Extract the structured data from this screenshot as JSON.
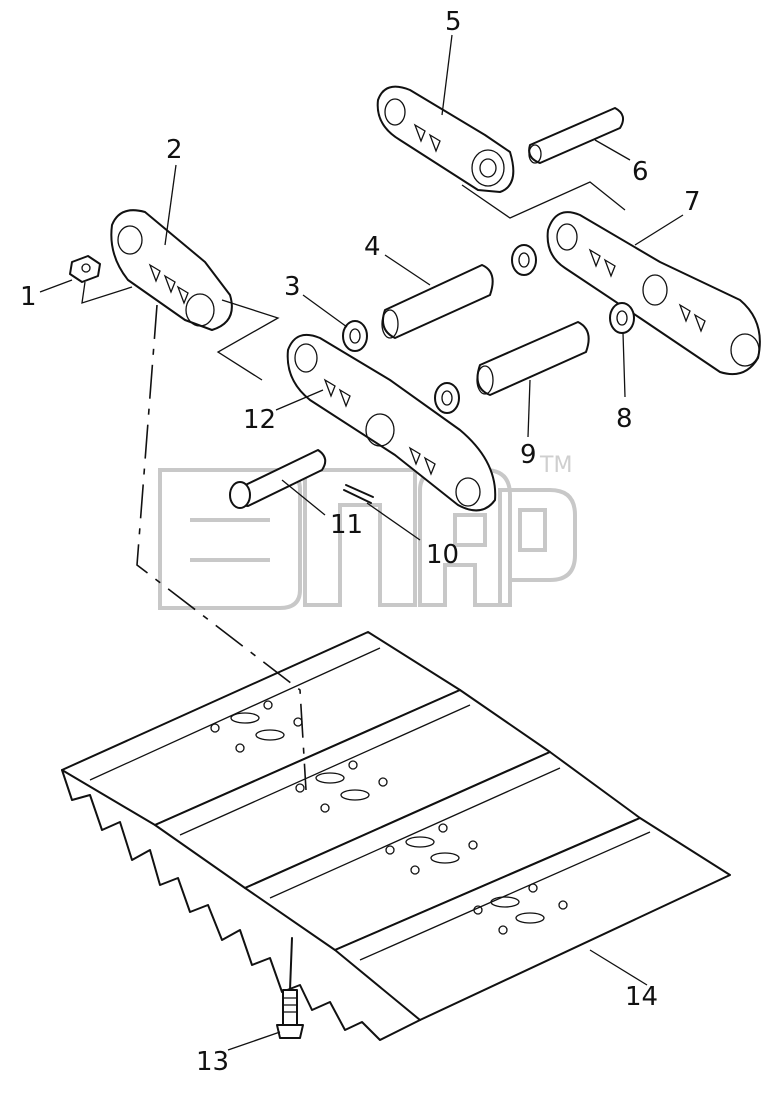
{
  "watermark": {
    "text": "ЭПАР",
    "mark": "TM"
  },
  "callouts": [
    "1",
    "2",
    "3",
    "4",
    "5",
    "6",
    "7",
    "8",
    "9",
    "10",
    "11",
    "12",
    "13",
    "14"
  ]
}
